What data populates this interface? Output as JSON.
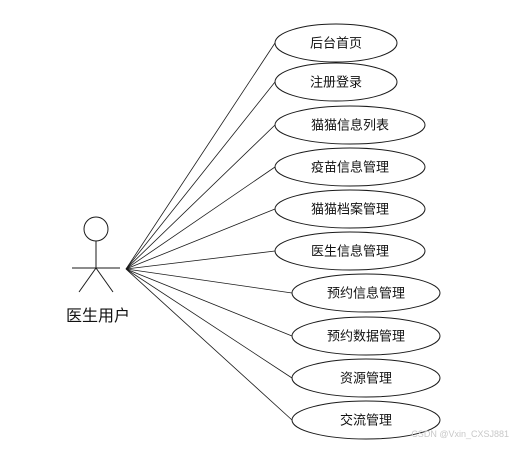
{
  "actor": {
    "label": "医生用户"
  },
  "use_cases": [
    {
      "label": "后台首页"
    },
    {
      "label": "注册登录"
    },
    {
      "label": "猫猫信息列表"
    },
    {
      "label": "疫苗信息管理"
    },
    {
      "label": "猫猫档案管理"
    },
    {
      "label": "医生信息管理"
    },
    {
      "label": "预约信息管理"
    },
    {
      "label": "预约数据管理"
    },
    {
      "label": "资源管理"
    },
    {
      "label": "交流管理"
    }
  ],
  "watermark": "CSDN @Vxin_CXSJ881"
}
